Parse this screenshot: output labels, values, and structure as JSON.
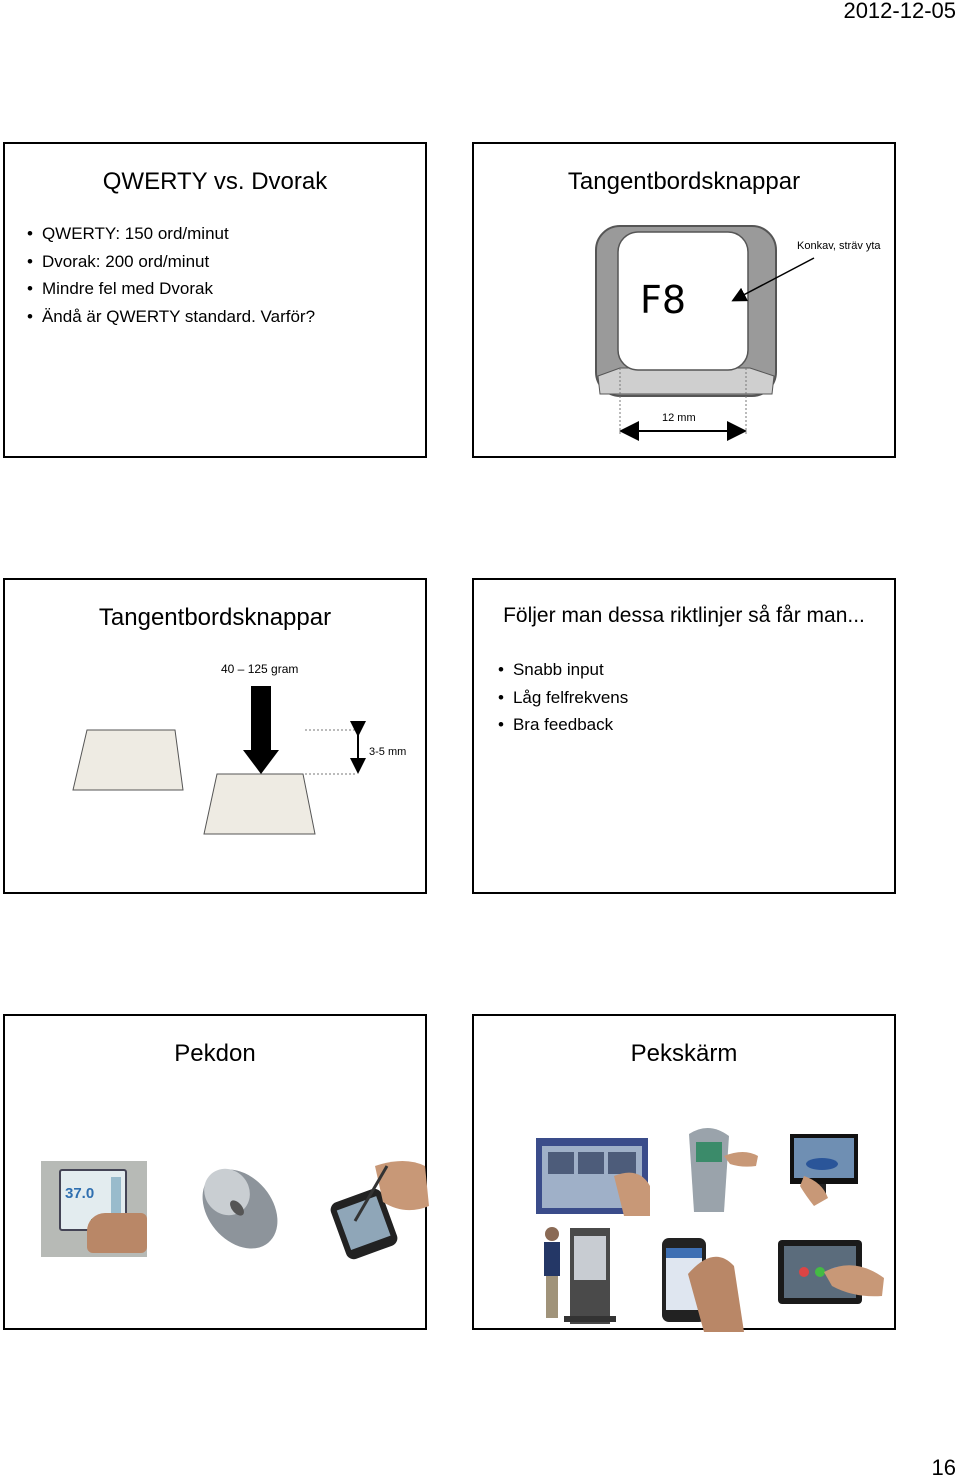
{
  "header": {
    "date": "2012-12-05"
  },
  "footer": {
    "page_number": "16"
  },
  "slides": [
    {
      "title": "QWERTY vs. Dvorak",
      "bullets": [
        "QWERTY: 150 ord/minut",
        "Dvorak: 200 ord/minut",
        "Mindre fel med Dvorak",
        "Ändå är QWERTY standard. Varför?"
      ]
    },
    {
      "title": "Tangentbordsknappar",
      "key_label": "F8",
      "annotation": "Konkav, sträv yta",
      "dimension": "12 mm"
    },
    {
      "title": "Tangentbordsknappar",
      "force_label": "40 – 125 gram",
      "travel_label": "3-5 mm"
    },
    {
      "title": "Följer man dessa riktlinjer så får man...",
      "bullets": [
        "Snabb input",
        "Låg felfrekvens",
        "Bra feedback"
      ]
    },
    {
      "title": "Pekdon",
      "display_value": "37.0",
      "images": [
        "thermostat-touch-photo",
        "computer-mouse-photo",
        "smartphone-stylus-photo"
      ]
    },
    {
      "title": "Pekskärm",
      "images": [
        "control-panel-touch-photo",
        "kiosk-terminal-photo",
        "monitor-touch-photo",
        "info-kiosk-person-photo",
        "iphone-touch-photo",
        "tablet-touch-photo"
      ]
    }
  ]
}
